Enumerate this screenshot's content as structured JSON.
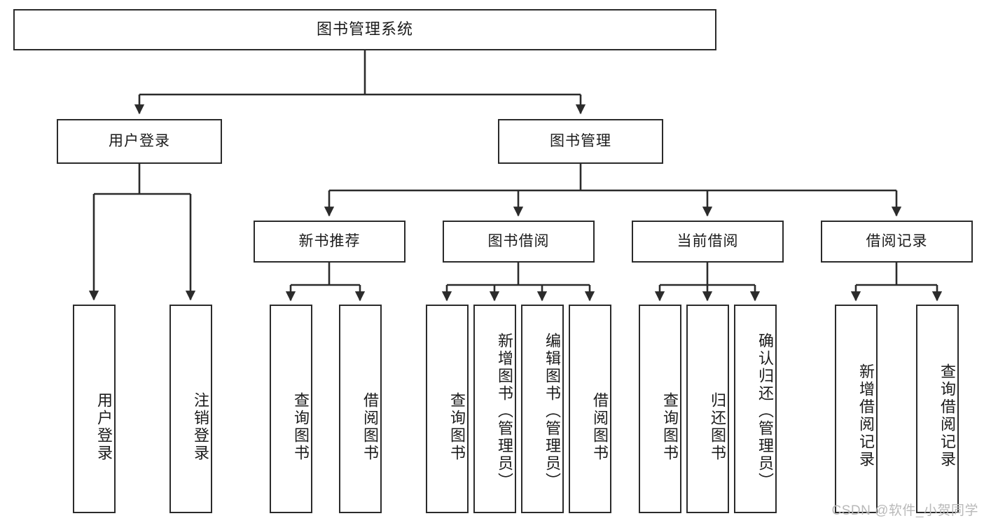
{
  "diagram": {
    "title": "图书管理系统",
    "watermark": "CSDN @软件_小贺同学",
    "colors": {
      "background": "#ffffff",
      "stroke": "#2b2b2b",
      "text": "#1b1b1b",
      "watermark": "#b9b9b9"
    },
    "root": {
      "label": "图书管理系统"
    },
    "level2": [
      {
        "label": "用户登录"
      },
      {
        "label": "图书管理"
      }
    ],
    "level3": [
      {
        "label": "新书推荐"
      },
      {
        "label": "图书借阅"
      },
      {
        "label": "当前借阅"
      },
      {
        "label": "借阅记录"
      }
    ],
    "leaves": {
      "user_login": [
        {
          "label": "用户登录"
        },
        {
          "label": "注销登录"
        }
      ],
      "new_book_recommend": [
        {
          "label": "查询图书"
        },
        {
          "label": "借阅图书"
        }
      ],
      "book_borrow": [
        {
          "label": "查询图书"
        },
        {
          "label": "新增图书（管理员）"
        },
        {
          "label": "编辑图书（管理员）"
        },
        {
          "label": "借阅图书"
        }
      ],
      "current_borrow": [
        {
          "label": "查询图书"
        },
        {
          "label": "归还图书"
        },
        {
          "label": "确认归还（管理员）"
        }
      ],
      "borrow_record": [
        {
          "label": "新增借阅记录"
        },
        {
          "label": "查询借阅记录"
        }
      ]
    }
  }
}
